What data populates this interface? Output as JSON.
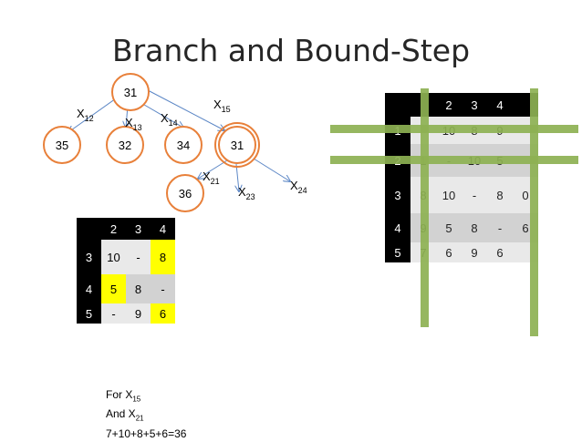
{
  "title": "Branch and Bound-Step",
  "tree": {
    "nodes": [
      {
        "id": "root",
        "label": "31"
      },
      {
        "id": "n12",
        "label": "35"
      },
      {
        "id": "n13",
        "label": "32"
      },
      {
        "id": "n14",
        "label": "34"
      },
      {
        "id": "n15",
        "label": "31"
      },
      {
        "id": "n21",
        "label": "36"
      }
    ],
    "edges": [
      {
        "id": "e12",
        "label": "X",
        "sub": "12"
      },
      {
        "id": "e13",
        "label": "X",
        "sub": "13"
      },
      {
        "id": "e14",
        "label": "X",
        "sub": "14"
      },
      {
        "id": "e15",
        "label": "X",
        "sub": "15"
      },
      {
        "id": "e21",
        "label": "X",
        "sub": "21"
      },
      {
        "id": "e23",
        "label": "X",
        "sub": "23"
      },
      {
        "id": "e24",
        "label": "X",
        "sub": "24"
      }
    ],
    "colors": {
      "node_stroke": "#e8803a",
      "edge_stroke": "#5b86c5"
    }
  },
  "matrix_main": {
    "columns": [
      "",
      "2",
      "3",
      "4",
      ""
    ],
    "rows": [
      {
        "head": "1",
        "cells": [
          "",
          "10",
          "8",
          "9",
          ""
        ]
      },
      {
        "head": "2",
        "cells": [
          "1",
          "-",
          "10",
          "5",
          ""
        ]
      },
      {
        "head": "3",
        "cells": [
          "8",
          "10",
          "-",
          "8",
          "0"
        ]
      },
      {
        "head": "4",
        "cells": [
          "9",
          "5",
          "8",
          "-",
          "6"
        ]
      },
      {
        "head": "5",
        "cells": [
          "7",
          "6",
          "9",
          "6",
          ""
        ]
      }
    ]
  },
  "matrix_reduced": {
    "columns": [
      "2",
      "3",
      "4"
    ],
    "rows": [
      {
        "head": "3",
        "cells": [
          "10",
          "-",
          "8"
        ]
      },
      {
        "head": "4",
        "cells": [
          "5",
          "8",
          "-"
        ]
      },
      {
        "head": "5",
        "cells": [
          "-",
          "9",
          "6"
        ]
      }
    ],
    "highlight_color": "#ffff00"
  },
  "note": {
    "line1_prefix": "For X",
    "line1_sub": "15",
    "line2_prefix": "And X",
    "line2_sub": "21",
    "line3": "7+10+8+5+6=36"
  },
  "overlay_color": "#8db152"
}
